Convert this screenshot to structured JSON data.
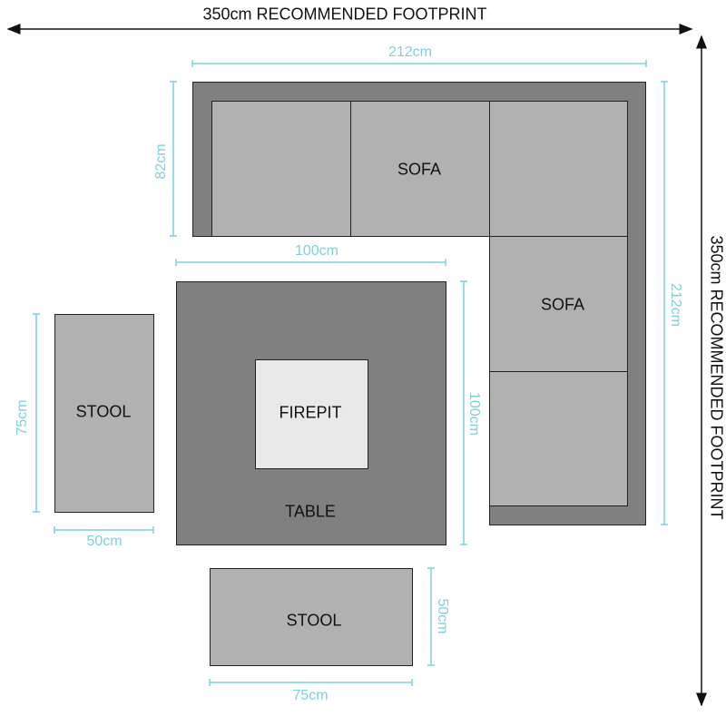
{
  "footprint": {
    "top_label": "350cm RECOMMENDED FOOTPRINT",
    "side_label": "350cm RECOMMENDED FOOTPRINT"
  },
  "pieces": {
    "sofa_top": "SOFA",
    "sofa_right": "SOFA",
    "table": "TABLE",
    "firepit": "FIREPIT",
    "stool_left": "STOOL",
    "stool_bottom": "STOOL"
  },
  "dimensions": {
    "sofa_width": "212cm",
    "sofa_depth": "82cm",
    "sofa_length": "212cm",
    "table_width": "100cm",
    "table_depth": "100cm",
    "stool_left_length": "75cm",
    "stool_left_width": "50cm",
    "stool_bottom_depth": "50cm",
    "stool_bottom_length": "75cm"
  },
  "colors": {
    "frame": "#808080",
    "cushion": "#b1b1b1",
    "firepit": "#e9e9e9",
    "dimension": "#7fd0dc",
    "text": "#111111"
  }
}
